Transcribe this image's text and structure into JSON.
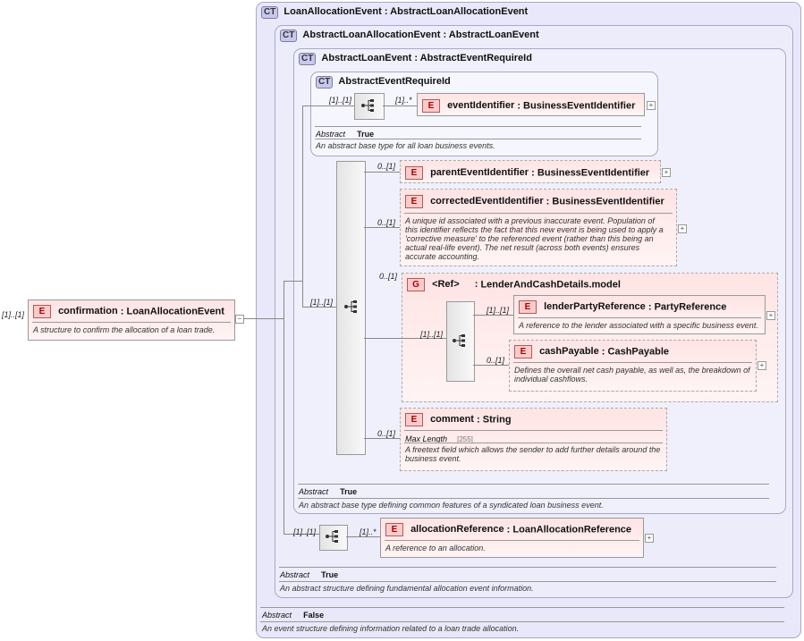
{
  "root": {
    "multiplicity": "[1]..[1]",
    "badge": "E",
    "name": "confirmation",
    "type": "LoanAllocationEvent",
    "desc": "A structure to confirm the allocation of a loan trade."
  },
  "ct1": {
    "badge": "CT",
    "title": "LoanAllocationEvent : AbstractLoanAllocationEvent",
    "abstract_label": "Abstract",
    "abstract_value": "False",
    "desc": "An event structure defining information related to a loan trade allocation."
  },
  "ct2": {
    "badge": "CT",
    "title": "AbstractLoanAllocationEvent : AbstractLoanEvent",
    "abstract_label": "Abstract",
    "abstract_value": "True",
    "desc": "An abstract structure defining fundamental allocation event information."
  },
  "ct3": {
    "badge": "CT",
    "title": "AbstractLoanEvent : AbstractEventRequireId",
    "abstract_label": "Abstract",
    "abstract_value": "True",
    "desc": "An abstract base type defining common features of a syndicated loan business event."
  },
  "ct4": {
    "badge": "CT",
    "title": "AbstractEventRequireId",
    "abstract_label": "Abstract",
    "abstract_value": "True",
    "desc": "An abstract base type for all loan business events.",
    "seq_mult": "[1]..[1]",
    "child_mult": "[1]..*",
    "child_name": "eventIdentifier",
    "child_type": "BusinessEventIdentifier"
  },
  "main_seq": {
    "mult": "[1]..[1]"
  },
  "parent": {
    "mult": "0..[1]",
    "name": "parentEventIdentifier",
    "type": "BusinessEventIdentifier"
  },
  "corrected": {
    "mult": "0..[1]",
    "name": "correctedEventIdentifier",
    "type": "BusinessEventIdentifier",
    "desc": "A unique id associated with a previous inaccurate event. Population of this identifier reflects the fact that this new event is being used to apply a 'corrective measure' to the referenced event (rather than this being an actual real-life event). The net result (across both events) ensures accurate accounting."
  },
  "group": {
    "mult": "0..[1]",
    "badge": "G",
    "ref": "<Ref>",
    "name": "LenderAndCashDetails.model",
    "seq_mult": "[1]..[1]",
    "lender_mult": "[1]..[1]",
    "lender_name": "lenderPartyReference",
    "lender_type": "PartyReference",
    "lender_desc": "A reference to the lender associated with a specific business event.",
    "cash_mult": "0..[1]",
    "cash_name": "cashPayable",
    "cash_type": "CashPayable",
    "cash_desc": "Defines the overall net cash payable, as well as, the breakdown of individual cashflows."
  },
  "comment": {
    "mult": "0..[1]",
    "name": "comment",
    "type": "String",
    "maxlen_label": "Max Length",
    "maxlen_value": "[255]",
    "desc": "A freetext field which allows the sender to add further details around the business event."
  },
  "alloc": {
    "seq_mult": "[1]..[1]",
    "mult": "[1]..*",
    "name": "allocationReference",
    "type": "LoanAllocationReference",
    "desc": "A reference to an allocation."
  },
  "colors": {
    "ct_border": "#a8a8c8",
    "elem_fill": "#ffe4e4",
    "badge_red": "#a00"
  }
}
